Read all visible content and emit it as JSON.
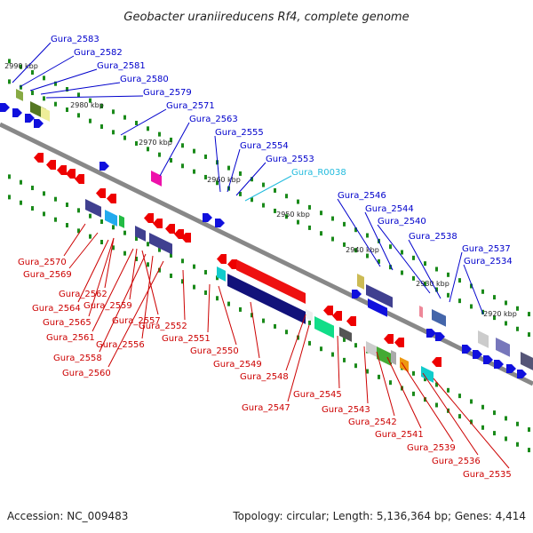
{
  "title": "Geobacter uraniireducens Rf4, complete genome",
  "footer": {
    "accession": "Accession: NC_009483",
    "topology": "Topology: circular; Length: 5,136,364 bp; Genes: 4,414"
  },
  "colors": {
    "forward_label": "#0000cc",
    "reverse_label": "#cc0000",
    "rna_label": "#22bbdd",
    "backbone": "#888888",
    "tick": "#1a8a1a"
  },
  "ticks": [
    "2990 kbp",
    "2980 kbp",
    "2970 kbp",
    "2960 kbp",
    "2950 kbp",
    "2940 kbp",
    "2930 kbp",
    "2920 kbp"
  ],
  "labels_top": [
    "Gura_2583",
    "Gura_2582",
    "Gura_2581",
    "Gura_2580",
    "Gura_2579",
    "Gura_2571",
    "Gura_2563",
    "Gura_2555",
    "Gura_2554",
    "Gura_2553",
    "Gura_R0038",
    "Gura_2546",
    "Gura_2544",
    "Gura_2540",
    "Gura_2538",
    "Gura_2537",
    "Gura_2534"
  ],
  "labels_bottom": [
    "Gura_2570",
    "Gura_2569",
    "Gura_2562",
    "Gura_2564",
    "Gura_2559",
    "Gura_2565",
    "Gura_2557",
    "Gura_2561",
    "Gura_2556",
    "Gura_2558",
    "Gura_2560",
    "Gura_2552",
    "Gura_2551",
    "Gura_2550",
    "Gura_2549",
    "Gura_2548",
    "Gura_2547",
    "Gura_2545",
    "Gura_2543",
    "Gura_2542",
    "Gura_2541",
    "Gura_2539",
    "Gura_2536",
    "Gura_2535"
  ]
}
